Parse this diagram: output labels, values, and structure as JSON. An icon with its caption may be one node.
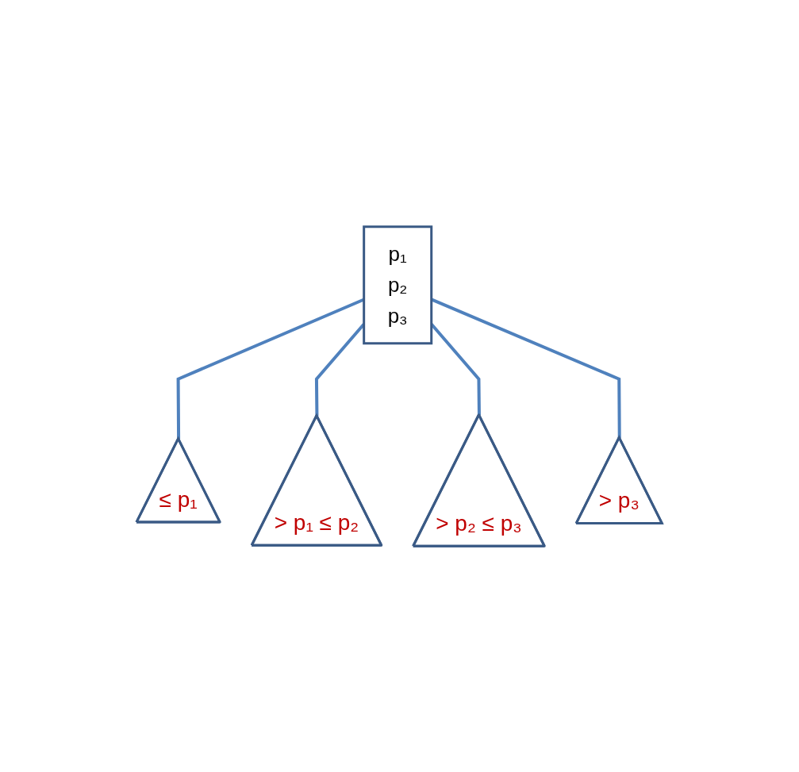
{
  "diagram": {
    "nodes": [
      {
        "text": [
          "p₁",
          "p₂",
          "p₃"
        ]
      },
      {
        "text": [
          "≤ p₁"
        ]
      },
      {
        "text": [
          "> p₁ ≤ p₂"
        ]
      },
      {
        "text": [
          "> p₂ ≤ p₃"
        ]
      },
      {
        "text": [
          "> p₃"
        ]
      }
    ],
    "edges": [
      {
        "from": 0,
        "to": 1,
        "arrow": "none"
      },
      {
        "from": 0,
        "to": 2,
        "arrow": "none"
      },
      {
        "from": 0,
        "to": 3,
        "arrow": "none"
      },
      {
        "from": 0,
        "to": 4,
        "arrow": "none"
      }
    ]
  }
}
